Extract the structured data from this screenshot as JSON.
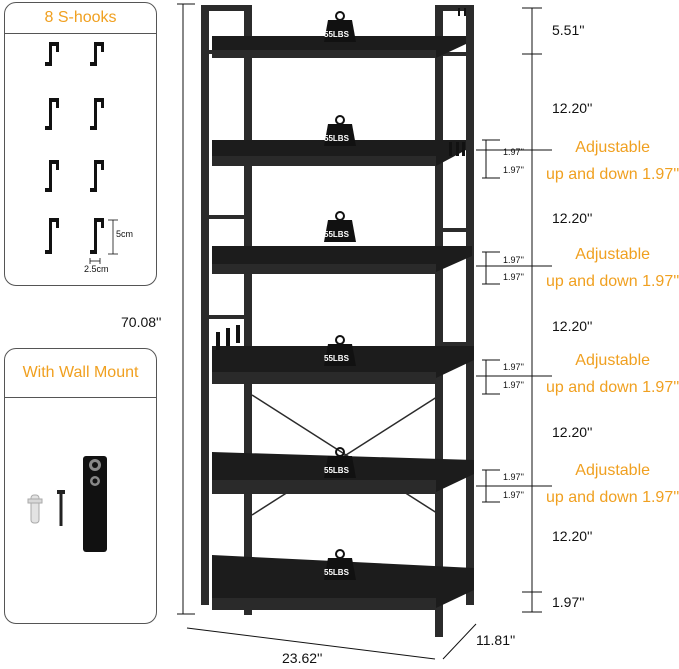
{
  "hooks_panel": {
    "title": "8 S-hooks",
    "hook_count": 8,
    "hook_height": "5cm",
    "hook_width": "2.5cm"
  },
  "wall_panel": {
    "title": "With Wall Mount"
  },
  "weight_badge": "55LBS",
  "dimensions": {
    "total_height": "70.08''",
    "width": "23.62''",
    "depth": "11.81''",
    "top_gap": "5.51''",
    "shelf_spacing": "12.20''",
    "bottom_gap": "1.97''",
    "adjust_step": "1.97''"
  },
  "adjustable": {
    "line1": "Adjustable",
    "line2": "up and down 1.97''"
  },
  "colors": {
    "accent": "#f0a020",
    "frame": "#2b2b2b",
    "shelf": "#1c1c1c"
  }
}
